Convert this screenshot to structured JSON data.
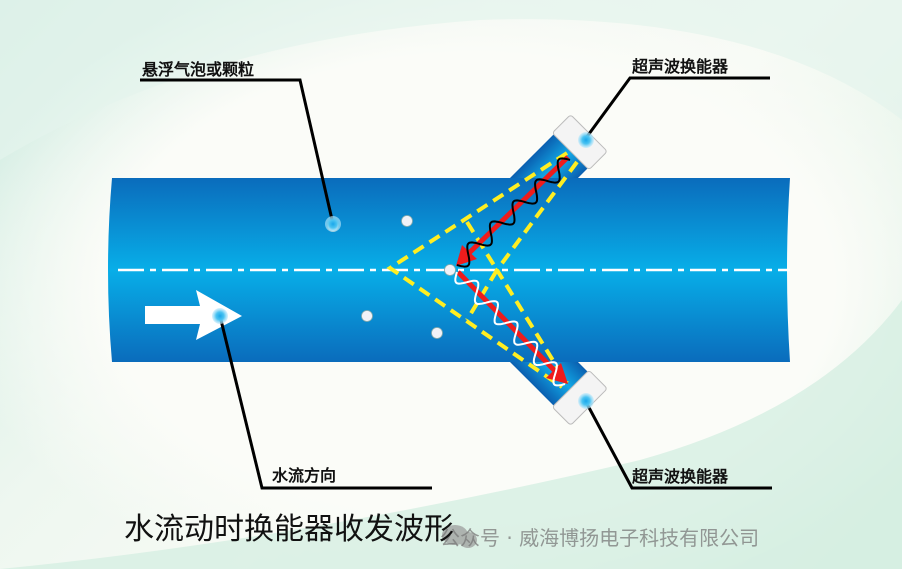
{
  "labels": {
    "particles": "悬浮气泡或颗粒",
    "transducer_top": "超声波换能器",
    "transducer_bottom": "超声波换能器",
    "flow_direction": "水流方向"
  },
  "title": "水流动时换能器收发波形",
  "watermark": "公众号 · 威海博扬电子科技有限公司",
  "colors": {
    "pipe": "#0a86d4",
    "arrow": "#ee1c1c",
    "dash": "#ffee22"
  }
}
